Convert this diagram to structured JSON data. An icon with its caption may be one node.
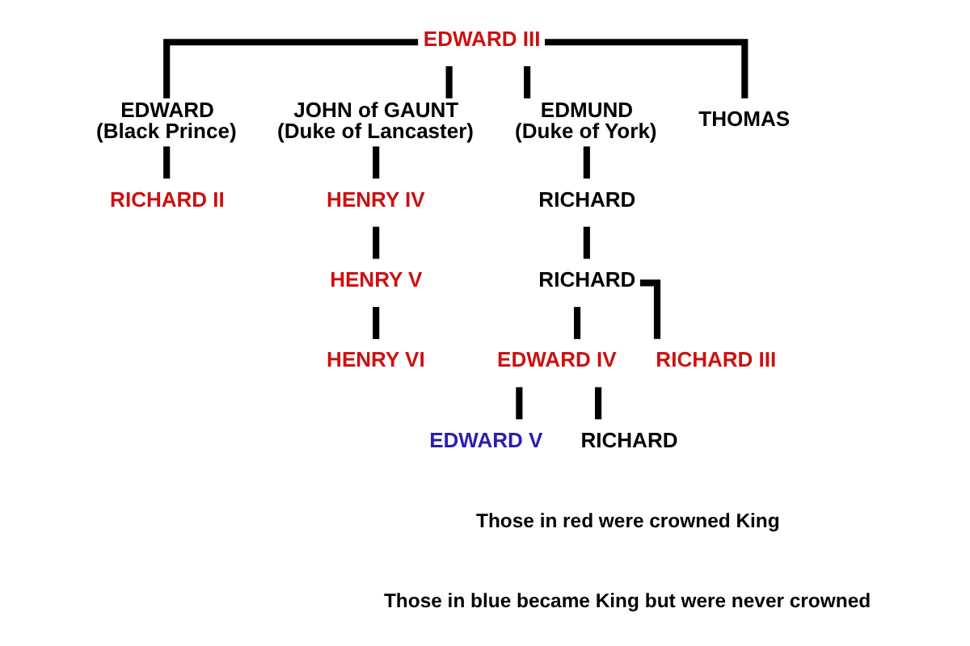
{
  "diagram": {
    "nodes": [
      {
        "text": [
          "EDWARD III"
        ]
      },
      {
        "text": [
          "EDWARD",
          "(Black Prince)"
        ]
      },
      {
        "text": [
          "JOHN of GAUNT",
          "(Duke of Lancaster)"
        ]
      },
      {
        "text": [
          "EDMUND",
          "(Duke of York)"
        ]
      },
      {
        "text": [
          "THOMAS"
        ]
      },
      {
        "text": [
          "RICHARD II"
        ]
      },
      {
        "text": [
          "HENRY IV"
        ]
      },
      {
        "text": [
          "RICHARD"
        ]
      },
      {
        "text": [
          "HENRY V"
        ]
      },
      {
        "text": [
          "RICHARD"
        ]
      },
      {
        "text": [
          "HENRY VI"
        ]
      },
      {
        "text": [
          "EDWARD IV"
        ]
      },
      {
        "text": [
          "RICHARD III"
        ]
      },
      {
        "text": [
          "EDWARD V"
        ]
      },
      {
        "text": [
          "RICHARD"
        ]
      }
    ],
    "edges": [
      {
        "from": 0,
        "to": 1,
        "arrow": "none"
      },
      {
        "from": 0,
        "to": 2,
        "arrow": "none"
      },
      {
        "from": 0,
        "to": 3,
        "arrow": "none"
      },
      {
        "from": 0,
        "to": 4,
        "arrow": "none"
      },
      {
        "from": 1,
        "to": 5,
        "arrow": "none"
      },
      {
        "from": 2,
        "to": 6,
        "arrow": "none"
      },
      {
        "from": 6,
        "to": 8,
        "arrow": "none"
      },
      {
        "from": 8,
        "to": 10,
        "arrow": "none"
      },
      {
        "from": 3,
        "to": 7,
        "arrow": "none"
      },
      {
        "from": 7,
        "to": 9,
        "arrow": "none"
      },
      {
        "from": 9,
        "to": 11,
        "arrow": "none"
      },
      {
        "from": 9,
        "to": 12,
        "arrow": "none"
      },
      {
        "from": 11,
        "to": 13,
        "arrow": "none"
      },
      {
        "from": 11,
        "to": 14,
        "arrow": "none"
      }
    ],
    "labels": [
      "Those in red were crowned King",
      "Those in blue became King but were never crowned"
    ]
  }
}
